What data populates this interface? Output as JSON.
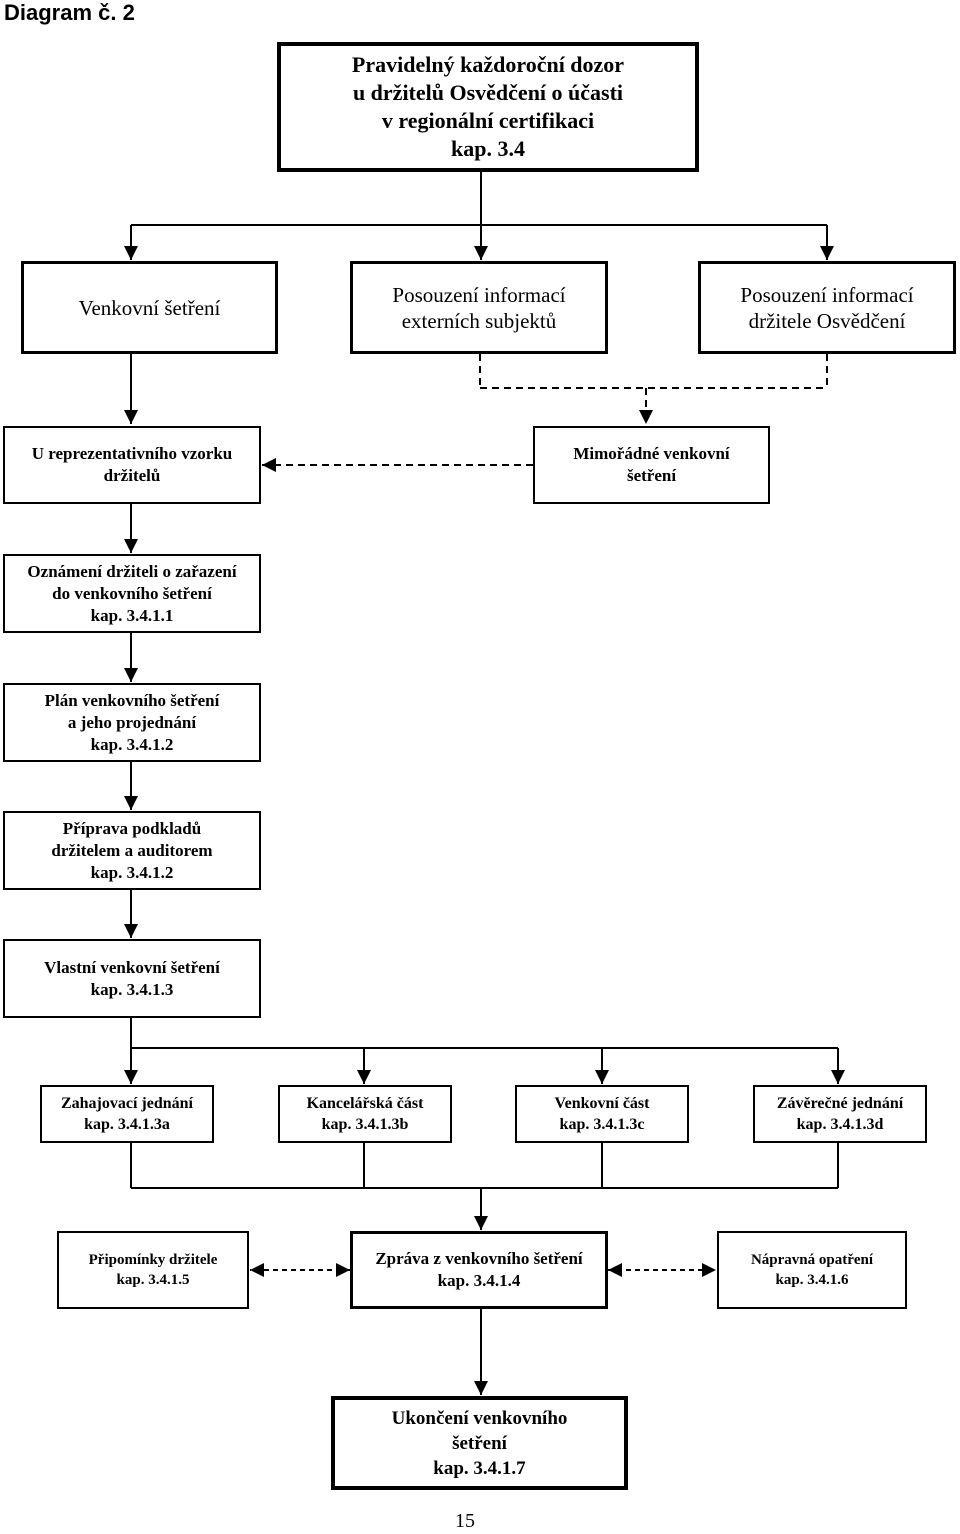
{
  "title": "Diagram č. 2",
  "page_number": "15",
  "nodes": {
    "top": [
      "Pravidelný každoroční dozor",
      "u držitelů Osvědčení o účasti",
      "v regionální certifikaci",
      "kap. 3.4"
    ],
    "venkovni": [
      "Venkovní šetření"
    ],
    "externi": [
      "Posouzení informací",
      "externích subjektů"
    ],
    "drzitel_info": [
      "Posouzení informací",
      "držitele Osvědčení"
    ],
    "vzorek": [
      "U reprezentativního vzorku",
      "držitelů"
    ],
    "mimoradne": [
      "Mimořádné venkovní",
      "šetření"
    ],
    "oznameni": [
      "Oznámení držiteli o zařazení",
      "do venkovního šetření",
      "kap. 3.4.1.1"
    ],
    "plan": [
      "Plán venkovního šetření",
      "a jeho projednání",
      "kap. 3.4.1.2"
    ],
    "priprava": [
      "Příprava podkladů",
      "držitelem  a auditorem",
      "kap. 3.4.1.2"
    ],
    "vlastni": [
      "Vlastní venkovní šetření",
      "kap. 3.4.1.3"
    ],
    "zahajovaci": [
      "Zahajovací jednání",
      "kap. 3.4.1.3a"
    ],
    "kancelarska": [
      "Kancelářská část",
      "kap. 3.4.1.3b"
    ],
    "venkovni_cast": [
      "Venkovní část",
      "kap. 3.4.1.3c"
    ],
    "zaverecne": [
      "Závěrečné jednání",
      "kap. 3.4.1.3d"
    ],
    "pripominky": [
      "Připomínky držitele",
      "kap. 3.4.1.5"
    ],
    "zprava": [
      "Zpráva z venkovního šetření",
      "kap. 3.4.1.4"
    ],
    "napravna": [
      "Nápravná opatření",
      "kap. 3.4.1.6"
    ],
    "ukonceni": [
      "Ukončení venkovního",
      "šetření",
      "kap. 3.4.1.7"
    ]
  }
}
